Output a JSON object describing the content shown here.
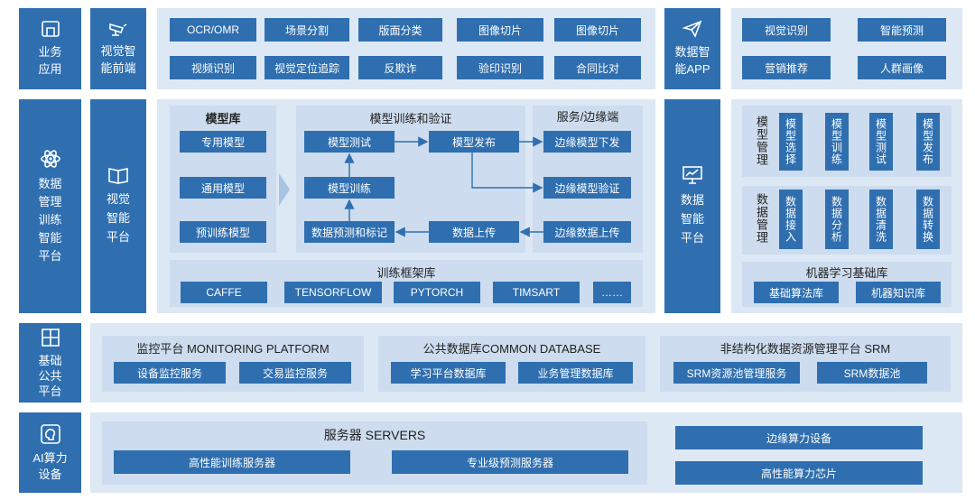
{
  "row1": {
    "side1": "业务\n应用",
    "side2": "视觉智\n能前端",
    "front_buttons": [
      "OCR/OMR",
      "场景分割",
      "版面分类",
      "图像切片",
      "图像切片",
      "视频识别",
      "视觉定位追踪",
      "反欺诈",
      "验印识别",
      "合同比对"
    ],
    "side3": "数据智\n能APP",
    "app_buttons": [
      "视觉识别",
      "智能预测",
      "营销推荐",
      "人群画像"
    ]
  },
  "row2": {
    "side1": "数据\n管理\n训练\n智能\n平台",
    "side2": "视觉\n智能\n平台",
    "model_lib": {
      "title": "模型库",
      "items": [
        "专用模型",
        "通用模型",
        "预训练模型"
      ]
    },
    "train": {
      "title": "模型训练和验证",
      "items": [
        "模型测试",
        "模型发布",
        "模型训练",
        "数据预测和标记",
        "数据上传"
      ]
    },
    "edge": {
      "title": "服务/边缘端",
      "items": [
        "边缘模型下发",
        "边缘模型验证",
        "边缘数据上传"
      ]
    },
    "framework": {
      "title": "训练框架库",
      "items": [
        "CAFFE",
        "TENSORFLOW",
        "PYTORCH",
        "TIMSART",
        "……"
      ]
    },
    "side3": "数据\n智能\n平台",
    "model_mgmt": {
      "title": "模型管理",
      "items": [
        "模型选择",
        "模型训练",
        "模型测试",
        "模型发布"
      ]
    },
    "data_mgmt": {
      "title": "数据管理",
      "items": [
        "数据接入",
        "数据分析",
        "数据清洗",
        "数据转换"
      ]
    },
    "ml_lib": {
      "title": "机器学习基础库",
      "items": [
        "基础算法库",
        "机器知识库"
      ]
    }
  },
  "row3": {
    "side": "基础\n公共\n平台",
    "monitor": {
      "title": "监控平台 MONITORING PLATFORM",
      "items": [
        "设备监控服务",
        "交易监控服务"
      ]
    },
    "db": {
      "title": "公共数据库COMMON DATABASE",
      "items": [
        "学习平台数据库",
        "业务管理数据库"
      ]
    },
    "srm": {
      "title": "非结构化数据资源管理平台 SRM",
      "items": [
        "SRM资源池管理服务",
        "SRM数据池"
      ]
    }
  },
  "row4": {
    "side": "AI算力\n设备",
    "servers": {
      "title": "服务器 SERVERS",
      "items": [
        "高性能训练服务器",
        "专业级预测服务器"
      ]
    },
    "edge_items": [
      "边缘算力设备",
      "高性能算力芯片"
    ]
  },
  "colors": {
    "primary": "#2f6fb0",
    "panel": "#dde8f5",
    "subpanel": "#cddcee"
  }
}
